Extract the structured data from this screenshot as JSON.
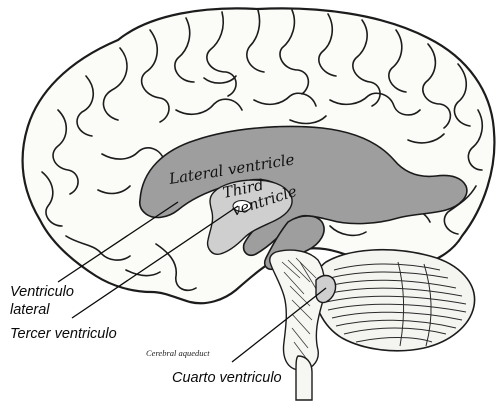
{
  "labels": {
    "lateral_ventricle_en": "Lateral ventricle",
    "third_ventricle_en_line1": "Third",
    "third_ventricle_en_line2": "ventricle",
    "cerebral_aqueduct_en": "Cerebral aqueduct",
    "ventriculo_lateral_line1": "Ventriculo",
    "ventriculo_lateral_line2": "lateral",
    "tercer_ventriculo": "Tercer ventriculo",
    "cuarto_ventriculo": "Cuarto ventriculo"
  },
  "colors": {
    "ventricle_fill": "#9e9e9e",
    "line": "#1c1c1c",
    "background": "#ffffff"
  }
}
